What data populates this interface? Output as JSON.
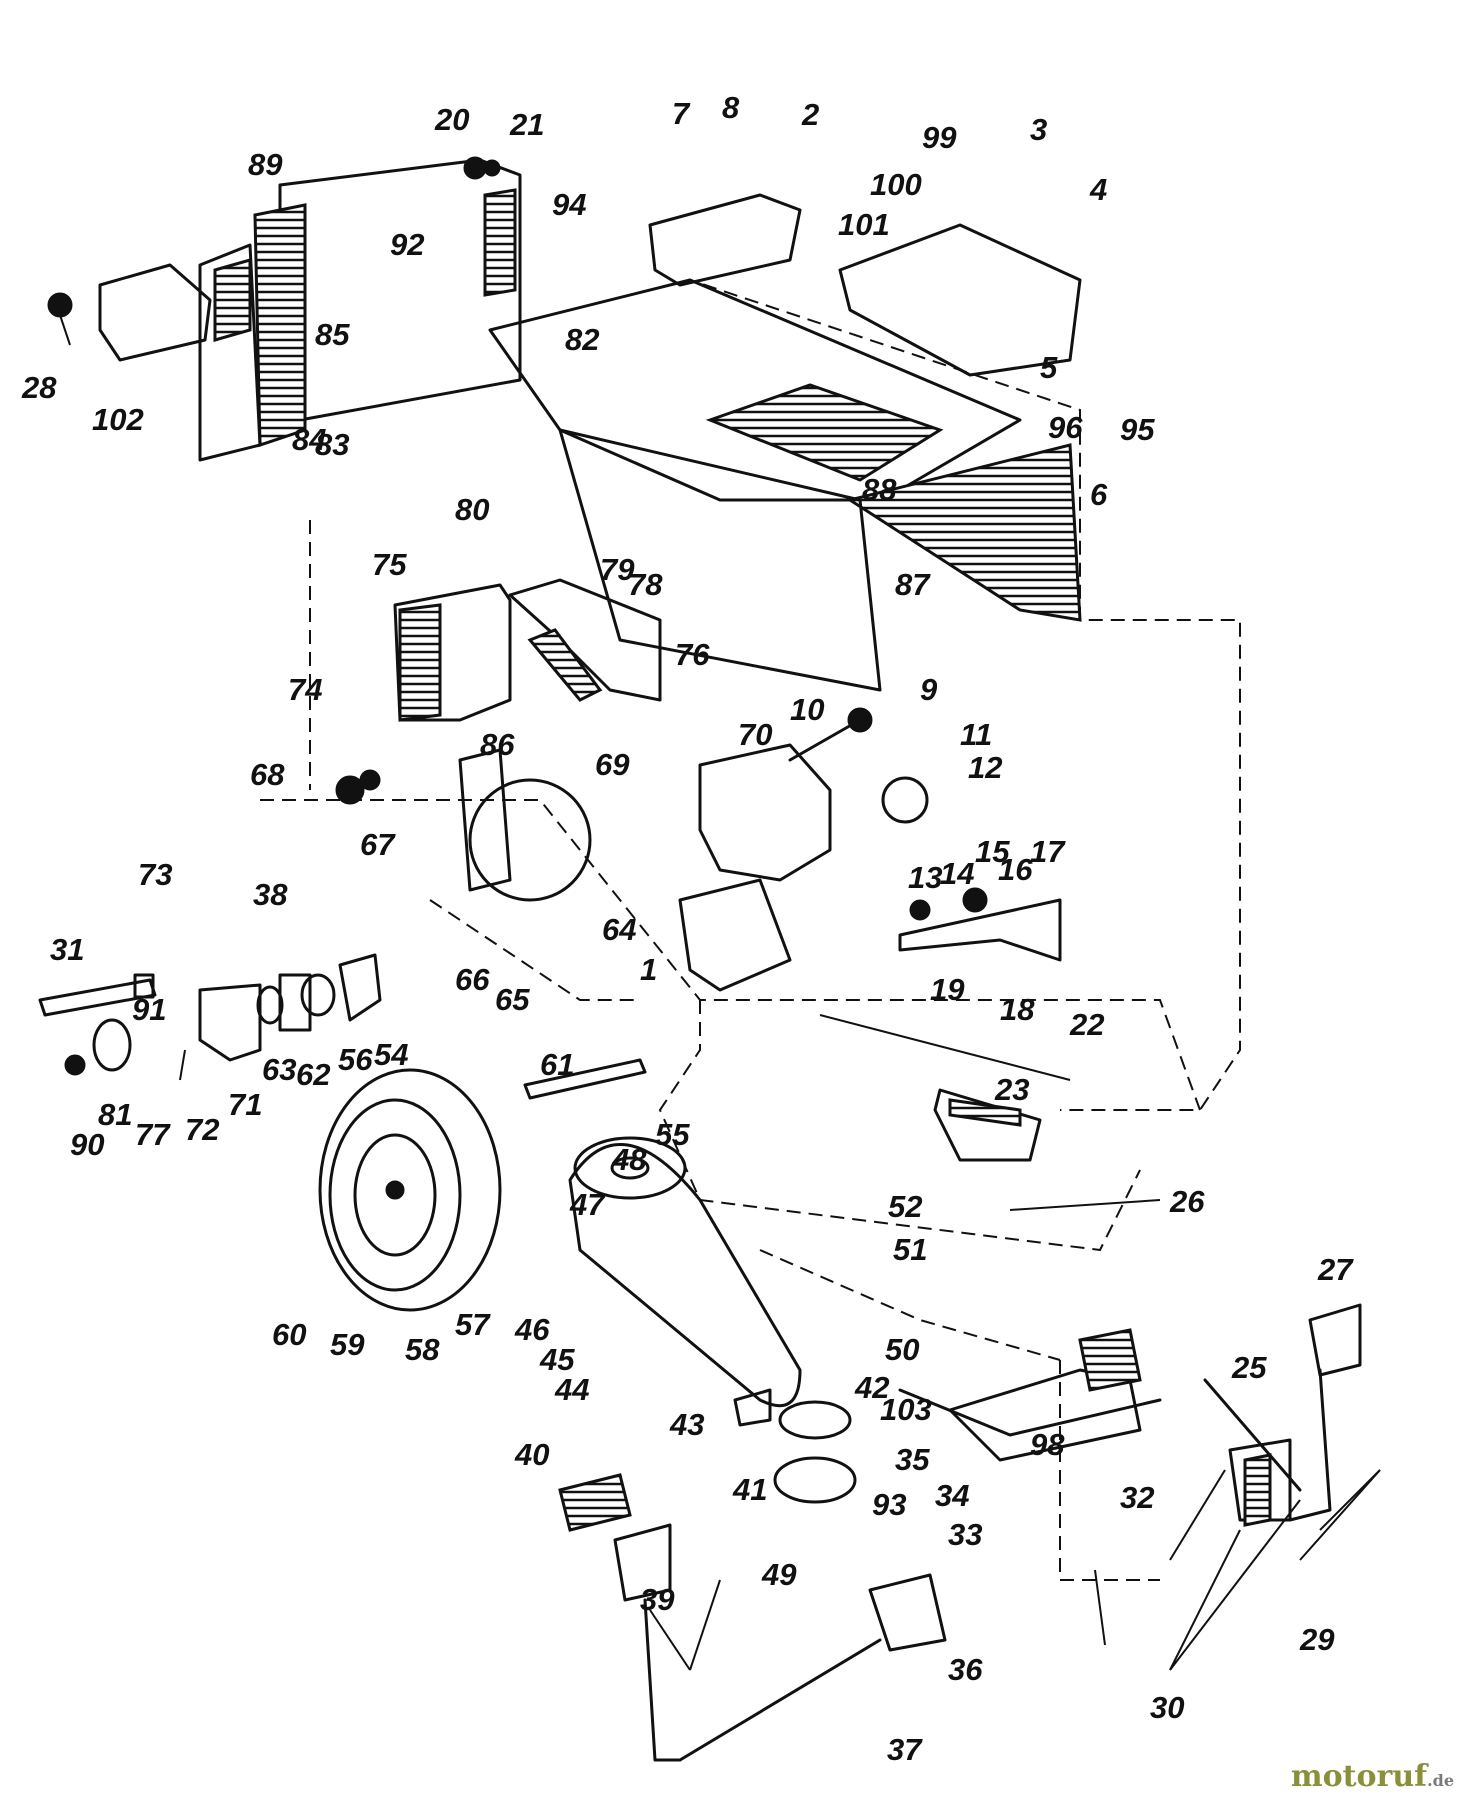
{
  "diagram": {
    "callouts": [
      "1",
      "2",
      "3",
      "4",
      "5",
      "6",
      "7",
      "8",
      "9",
      "10",
      "11",
      "12",
      "13",
      "14",
      "15",
      "16",
      "17",
      "18",
      "19",
      "20",
      "21",
      "22",
      "23",
      "25",
      "26",
      "27",
      "28",
      "29",
      "30",
      "31",
      "32",
      "33",
      "34",
      "35",
      "36",
      "37",
      "38",
      "39",
      "40",
      "41",
      "42",
      "43",
      "44",
      "45",
      "46",
      "47",
      "48",
      "49",
      "50",
      "51",
      "52",
      "54",
      "55",
      "56",
      "57",
      "58",
      "59",
      "60",
      "61",
      "62",
      "63",
      "64",
      "65",
      "66",
      "67",
      "68",
      "69",
      "70",
      "71",
      "72",
      "73",
      "74",
      "75",
      "76",
      "77",
      "78",
      "79",
      "80",
      "81",
      "82",
      "83",
      "84",
      "85",
      "86",
      "87",
      "88",
      "89",
      "90",
      "91",
      "92",
      "93",
      "94",
      "95",
      "96",
      "98",
      "99",
      "100",
      "101",
      "102",
      "103"
    ]
  },
  "watermark": {
    "brand": "motoruf",
    "tld": ".de"
  }
}
